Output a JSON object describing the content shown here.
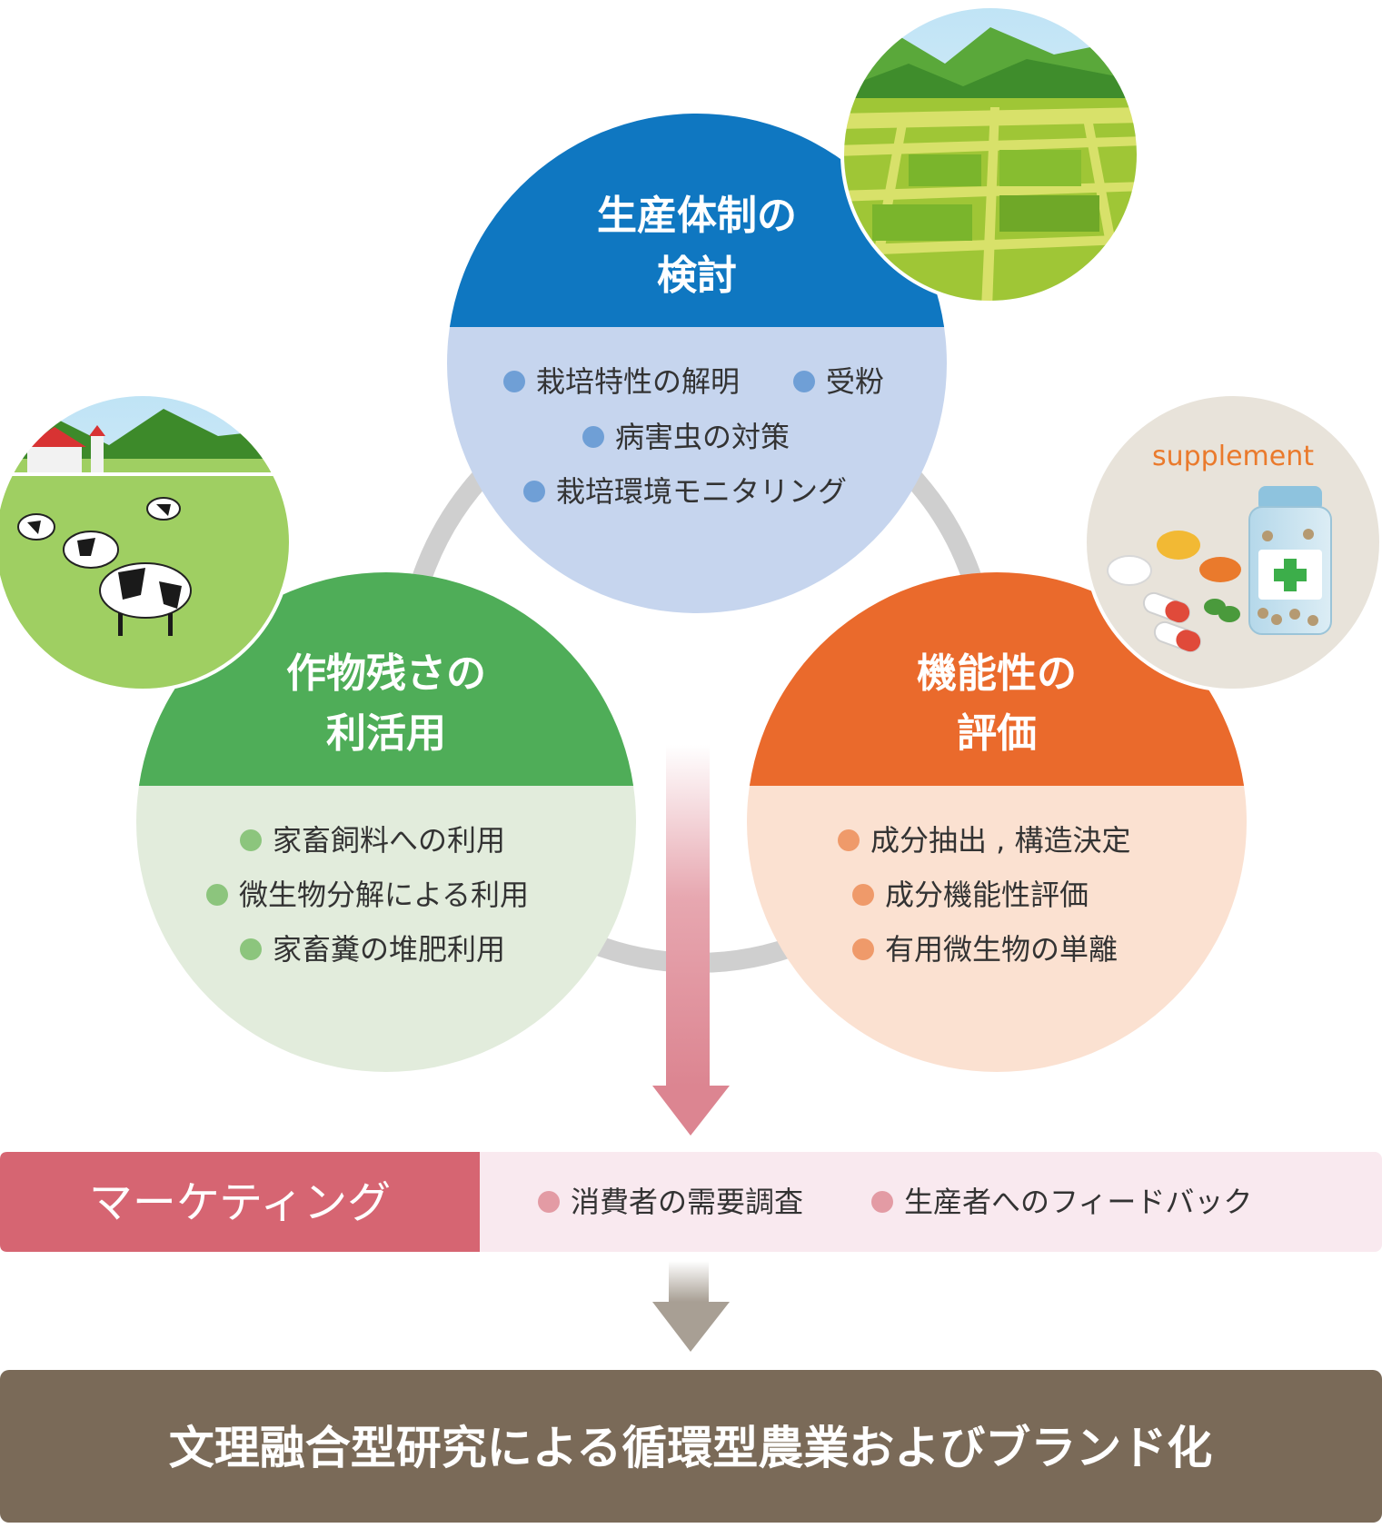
{
  "top": {
    "title_line1": "生産体制の",
    "title_line2": "検討",
    "items": [
      "栽培特性の解明",
      "受粉",
      "病害虫の対策",
      "栽培環境モニタリング"
    ],
    "color": "#0f77c1",
    "light": "#c6d5ee",
    "bullet": "#6f9fd6"
  },
  "left": {
    "title_line1": "作物残さの",
    "title_line2": "利活用",
    "items": [
      "家畜飼料への利用",
      "微生物分解による利用",
      "家畜糞の堆肥利用"
    ],
    "color": "#4fad58",
    "light": "#e2ecdc",
    "bullet": "#8cc57d"
  },
  "right": {
    "title_line1": "機能性の",
    "title_line2": "評価",
    "items": [
      "成分抽出 , 構造決定",
      "成分機能性評価",
      "有用微生物の単離"
    ],
    "color": "#ea6a2c",
    "light": "#fbe1d1",
    "bullet": "#ef9a6a"
  },
  "supplement_label": "supplement",
  "marketing": {
    "label": "マーケティング",
    "items": [
      "消費者の需要調査",
      "生産者へのフィードバック"
    ],
    "color": "#d66572",
    "light": "#f9e9ef",
    "bullet": "#e39ba4"
  },
  "final": {
    "label": "文理融合型研究による循環型農業およびブランド化",
    "color": "#7a6a58"
  }
}
